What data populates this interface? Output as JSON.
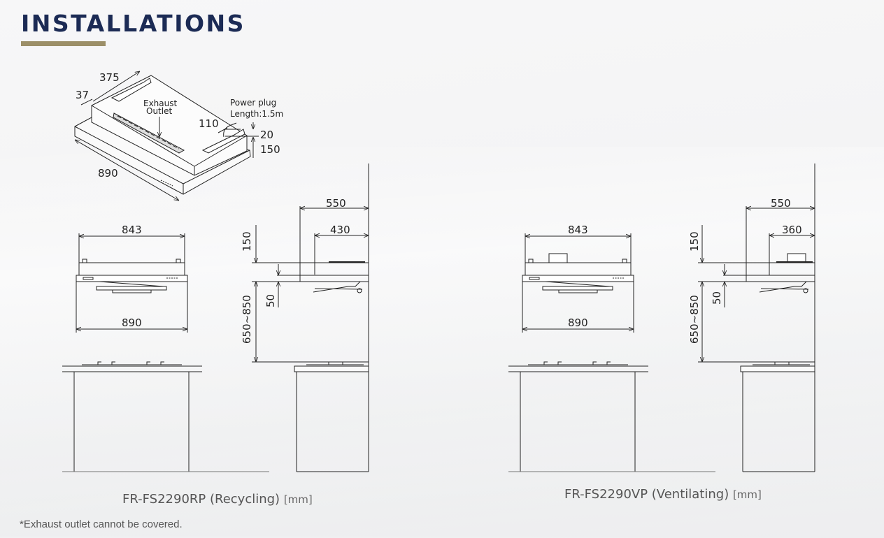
{
  "header": {
    "title": "INSTALLATIONS",
    "accent_color": "#9c8f68",
    "title_color": "#1c2b55"
  },
  "iso_view": {
    "dim_width": "890",
    "dim_depth": "375",
    "dim_offset": "37",
    "dim_plug_offset": "110",
    "dim_plug_height": "20",
    "dim_height": "150",
    "exhaust_label_line1": "Exhaust",
    "exhaust_label_line2": "Outlet",
    "power_label_line1": "Power plug",
    "power_label_line2": "Length:1.5m"
  },
  "recycling": {
    "front_top_width": "843",
    "front_bottom_width": "890",
    "side_depth_outer": "550",
    "side_depth_inner": "430",
    "side_height_top": "150",
    "side_height_gap": "50",
    "side_height_range": "650~850",
    "caption": "FR-FS2290RP (Recycling)",
    "unit": "[mm]"
  },
  "ventilating": {
    "front_top_width": "843",
    "front_bottom_width": "890",
    "side_depth_outer": "550",
    "side_depth_inner": "360",
    "side_height_top": "150",
    "side_height_gap": "50",
    "side_height_range": "650~850",
    "caption": "FR-FS2290VP (Ventilating)",
    "unit": "[mm]"
  },
  "footnote": "*Exhaust outlet cannot be covered."
}
